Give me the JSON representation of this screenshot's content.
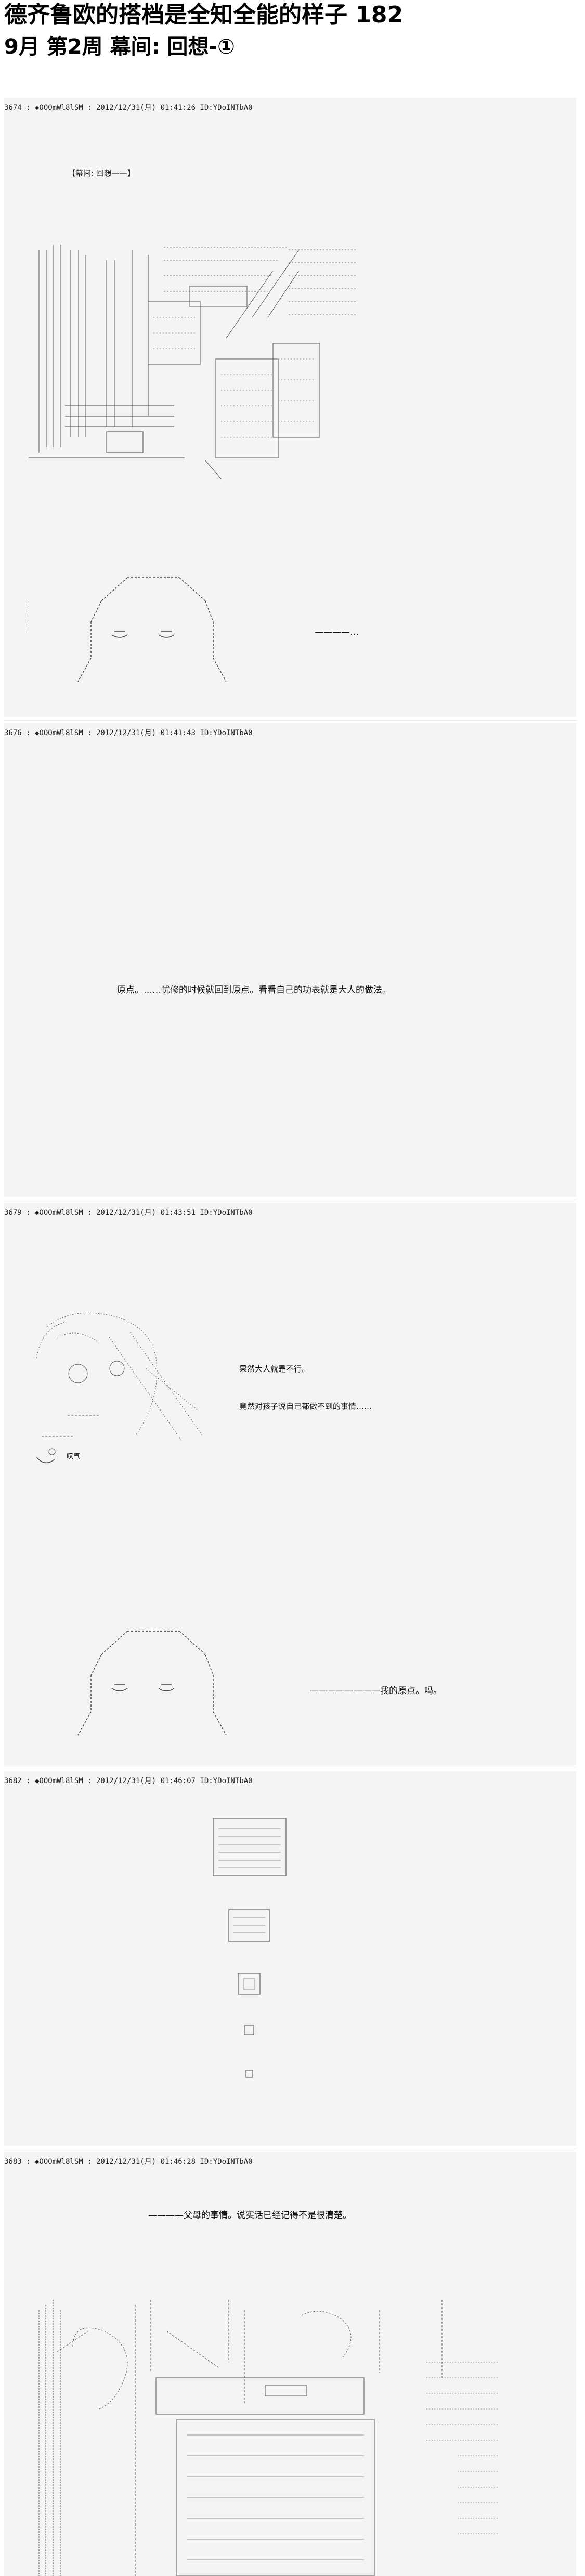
{
  "page": {
    "title": "德齐鲁欧的搭档是全知全能的样子 182",
    "subtitle": "9月 第2周 幕间: 回想-①"
  },
  "posts": [
    {
      "header": "3674 : ◆OOOmWl8lSM : 2012/12/31(月) 01:41:26 ID:YDoINTbA0",
      "label": "【幕间: 回想——】",
      "caption": "————…"
    },
    {
      "header": "3676 : ◆OOOmWl8lSM : 2012/12/31(月) 01:41:43 ID:YDoINTbA0",
      "caption": "原点。……忧修的时候就回到原点。看看自己的功表就是大人的做法。"
    },
    {
      "header": "3679 : ◆OOOmWl8lSM : 2012/12/31(月) 01:43:51 ID:YDoINTbA0",
      "line1": "果然大人就是不行。",
      "line2": "竟然对孩子说自己都做不到的事情……",
      "small": "叹气",
      "caption": "————————我的原点。吗。"
    },
    {
      "header": "3682 : ◆OOOmWl8lSM : 2012/12/31(月) 01:46:07 ID:YDoINTbA0"
    },
    {
      "header": "3683 : ◆OOOmWl8lSM : 2012/12/31(月) 01:46:28 ID:YDoINTbA0",
      "caption": "————父母的事情。说实话已经记得不是很清楚。"
    }
  ]
}
